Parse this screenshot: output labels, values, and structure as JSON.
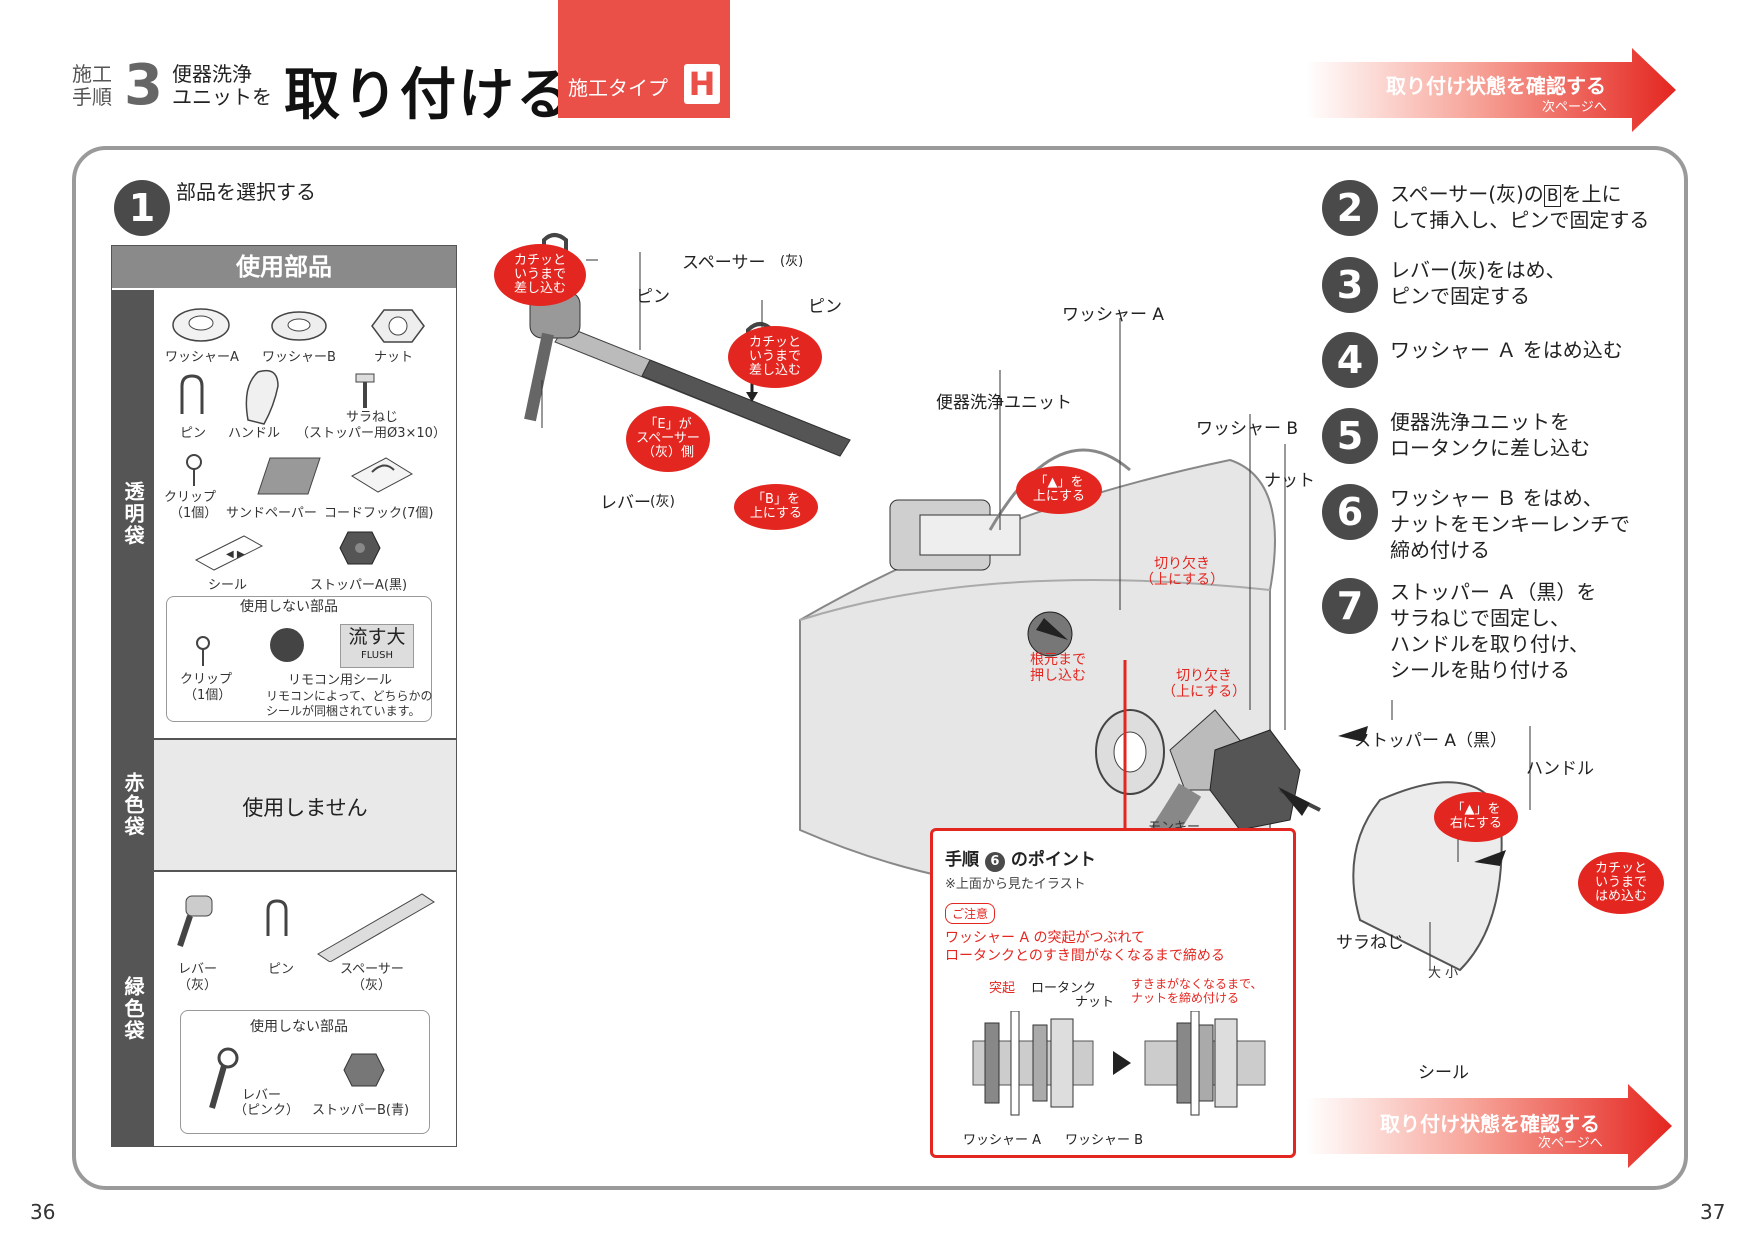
{
  "header": {
    "step_word_1": "施工",
    "step_word_2": "手順",
    "step_number": "3",
    "subtitle_1": "便器洗浄",
    "subtitle_2": "ユニットを",
    "title": "取り付ける",
    "type_label": "施工タイプ",
    "type_letter": "H"
  },
  "next_banner": {
    "main": "取り付け状態を確認する",
    "sub": "次ページへ"
  },
  "step1": {
    "number": "1",
    "text": "部品を選択する"
  },
  "parts_table": {
    "head": "使用部品",
    "clear_bag": {
      "label": "透明袋",
      "items": [
        "ワッシャーA",
        "ワッシャーB",
        "ナット",
        "ピン",
        "ハンドル",
        "サラねじ",
        "（ストッパー用Ø3×10）",
        "クリップ",
        "（1個）",
        "サンドペーパー",
        "コードフック(7個)",
        "シール",
        "ストッパーA(黒)"
      ],
      "unused_title": "使用しない部品",
      "unused_clip": "クリップ",
      "unused_clip_count": "（1個）",
      "remocon_seal": "リモコン用シール",
      "remocon_note_1": "リモコンによって、どちらかの",
      "remocon_note_2": "シールが同梱されています。",
      "seal_a": "流す大",
      "seal_b": "FLUSH"
    },
    "red_bag": {
      "label": "赤色袋",
      "text": "使用しません"
    },
    "green_bag": {
      "label": "緑色袋",
      "lever": "レバー",
      "lever_color": "（灰）",
      "pin": "ピン",
      "spacer": "スペーサー",
      "spacer_color": "（灰）",
      "unused_title": "使用しない部品",
      "lever_pink": "レバー",
      "lever_pink_color": "（ピンク）",
      "stopper_b": "ストッパーB(青)"
    }
  },
  "steps": [
    {
      "n": "2",
      "l1": "スペーサー(灰)の",
      "box": "B",
      "l1b": "を上に",
      "l2": "して挿入し、ピンで固定する"
    },
    {
      "n": "3",
      "l1": "レバー(灰)をはめ、",
      "l2": "ピンで固定する"
    },
    {
      "n": "4",
      "l1": "ワッシャー Ａ をはめ込む"
    },
    {
      "n": "5",
      "l1": "便器洗浄ユニットを",
      "l2": "ロータンクに差し込む"
    },
    {
      "n": "6",
      "l1": "ワッシャー Ｂ をはめ、",
      "l2": "ナットをモンキーレンチで",
      "l3": "締め付ける"
    },
    {
      "n": "7",
      "l1": "ストッパー Ａ（黒）を",
      "l2": "サラねじで固定し、",
      "l3": "ハンドルを取り付け、",
      "l4": "シールを貼り付ける"
    }
  ],
  "diagram": {
    "callout_click_1": "カチッと\nいうまで\n差し込む",
    "callout_click_2": "カチッと\nいうまで\n差し込む",
    "callout_click_3": "カチッと\nいうまで\nはめ込む",
    "callout_e": "「E」が\nスペーサー\n（灰）側",
    "callout_b": "「B」を\n上にする",
    "callout_tri_1": "「▲」を\n上にする",
    "callout_tri_2": "「▲」を\n右にする",
    "pin_1": "ピン",
    "pin_2": "ピン",
    "spacer": "スペーサー",
    "spacer_color": "(灰)",
    "lever": "レバー",
    "lever_color": "(灰)",
    "washer_a": "ワッシャー A",
    "unit": "便器洗浄ユニット",
    "washer_b": "ワッシャー B",
    "nut": "ナット",
    "notch_1": "切り欠き\n（上にする）",
    "notch_2": "切り欠き\n（上にする）",
    "push": "根元まで\n押し込む",
    "stopper_a": "ストッパー A（黒）",
    "handle": "ハンドル",
    "monkey": "モンキー\nレンチ",
    "screw": "サラねじ",
    "seal": "シール",
    "seal_marks": "大 小"
  },
  "point_box": {
    "title_pre": "手順",
    "title_num": "6",
    "title_post": "のポイント",
    "note": "※上面から見たイラスト",
    "caution": "ご注意",
    "warn_1": "ワッシャー A の突起がつぶれて",
    "warn_2": "ロータンクとのすき間がなくなるまで締める",
    "protrusion": "突起",
    "tank": "ロータンク",
    "nut": "ナット",
    "gap_1": "すきまがなくなるまで、",
    "gap_2": "ナットを締め付ける",
    "wa": "ワッシャー A",
    "wb": "ワッシャー B"
  },
  "pages": {
    "left": "36",
    "right": "37"
  },
  "colors": {
    "accent": "#e42620",
    "header_box": "#ea4f48",
    "dark": "#4a4a4a",
    "frame": "#9a9a9a"
  }
}
